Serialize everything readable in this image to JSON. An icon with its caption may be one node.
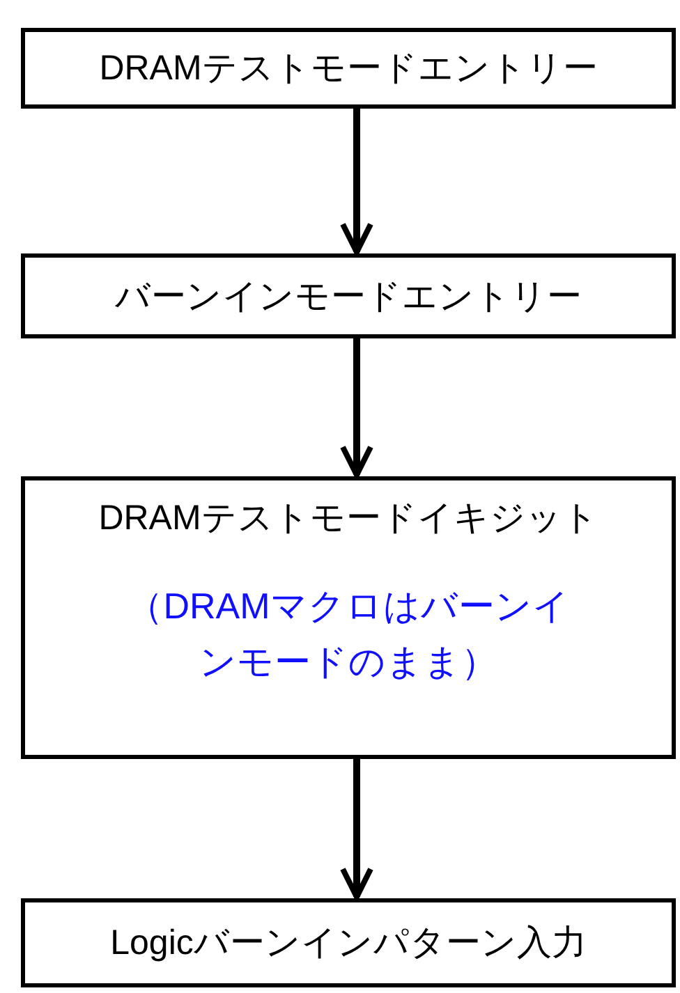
{
  "diagram": {
    "nodes": [
      {
        "text": [
          "DRAMテストモードエントリー"
        ]
      },
      {
        "text": [
          "バーンインモードエントリー"
        ]
      },
      {
        "text": [
          "DRAMテストモードイキジット",
          "（DRAMマクロはバーンインモードのまま）"
        ]
      },
      {
        "text": [
          "Logicバーンインパターン入力"
        ]
      }
    ],
    "edges": [
      {
        "from": 0,
        "to": 1,
        "arrow": "to"
      },
      {
        "from": 1,
        "to": 2,
        "arrow": "to"
      },
      {
        "from": 2,
        "to": 3,
        "arrow": "to"
      }
    ]
  }
}
